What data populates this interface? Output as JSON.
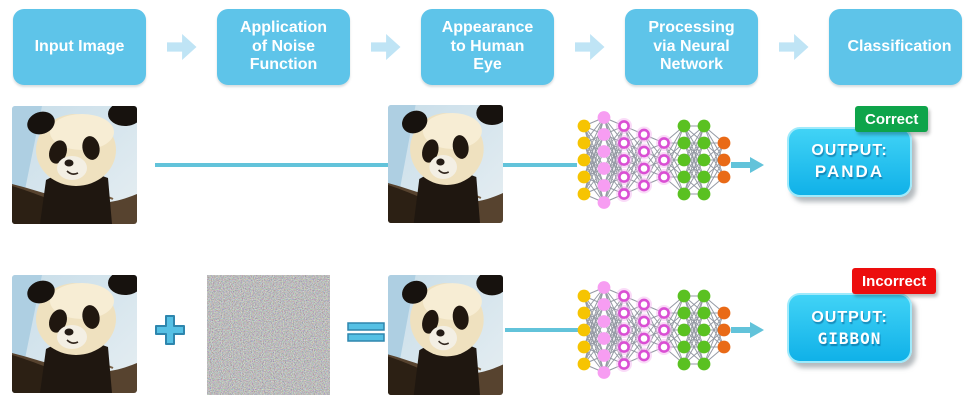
{
  "palette": {
    "step_blue": "#5ec4e9",
    "flow_arrow_blue": "#bfe4f5",
    "connector_cyan": "#62c3da",
    "accent_cyan": "#55c0e4",
    "accent_cyan_dark": "#2e86ad",
    "correct_green": "#0ea44a",
    "incorrect_red": "#ec0d0d",
    "output_cyan_top": "#41d3f6",
    "output_cyan_bottom": "#10b1e8",
    "output_border": "#9feafb"
  },
  "pipeline": {
    "steps": [
      "Input Image",
      "Application of Noise Function",
      "Appearance to Human Eye",
      "Processing via Neural Network",
      "Classification"
    ]
  },
  "rows": [
    {
      "badge": "Correct",
      "output_label": "OUTPUT:",
      "output_value": "PANDA"
    },
    {
      "badge": "Incorrect",
      "output_label": "OUTPUT:",
      "output_value": "GIBBON"
    }
  ],
  "figures": {
    "input_image": "panda-photo",
    "noise_image": "rgb-noise-pattern",
    "perturbed_image": "panda-photo"
  },
  "icons": {
    "flow_arrow": "block-arrow-right",
    "plus": "plus-sign",
    "equals": "equals-sign",
    "result_arrow": "arrow-right"
  },
  "network": {
    "edge_color": "#959aa4",
    "layers": [
      {
        "count": 5,
        "style": "solid",
        "color": "#f6c402"
      },
      {
        "count": 6,
        "style": "solid",
        "color": "#f79df2"
      },
      {
        "count": 5,
        "style": "ring",
        "color": "#da4fd4"
      },
      {
        "count": 4,
        "style": "ring",
        "color": "#da4fd4"
      },
      {
        "count": 3,
        "style": "ring",
        "color": "#da4fd4"
      },
      {
        "count": 5,
        "style": "solid",
        "color": "#5ac121"
      },
      {
        "count": 5,
        "style": "solid",
        "color": "#5ac121"
      },
      {
        "count": 3,
        "style": "solid",
        "color": "#e96a17"
      }
    ]
  }
}
